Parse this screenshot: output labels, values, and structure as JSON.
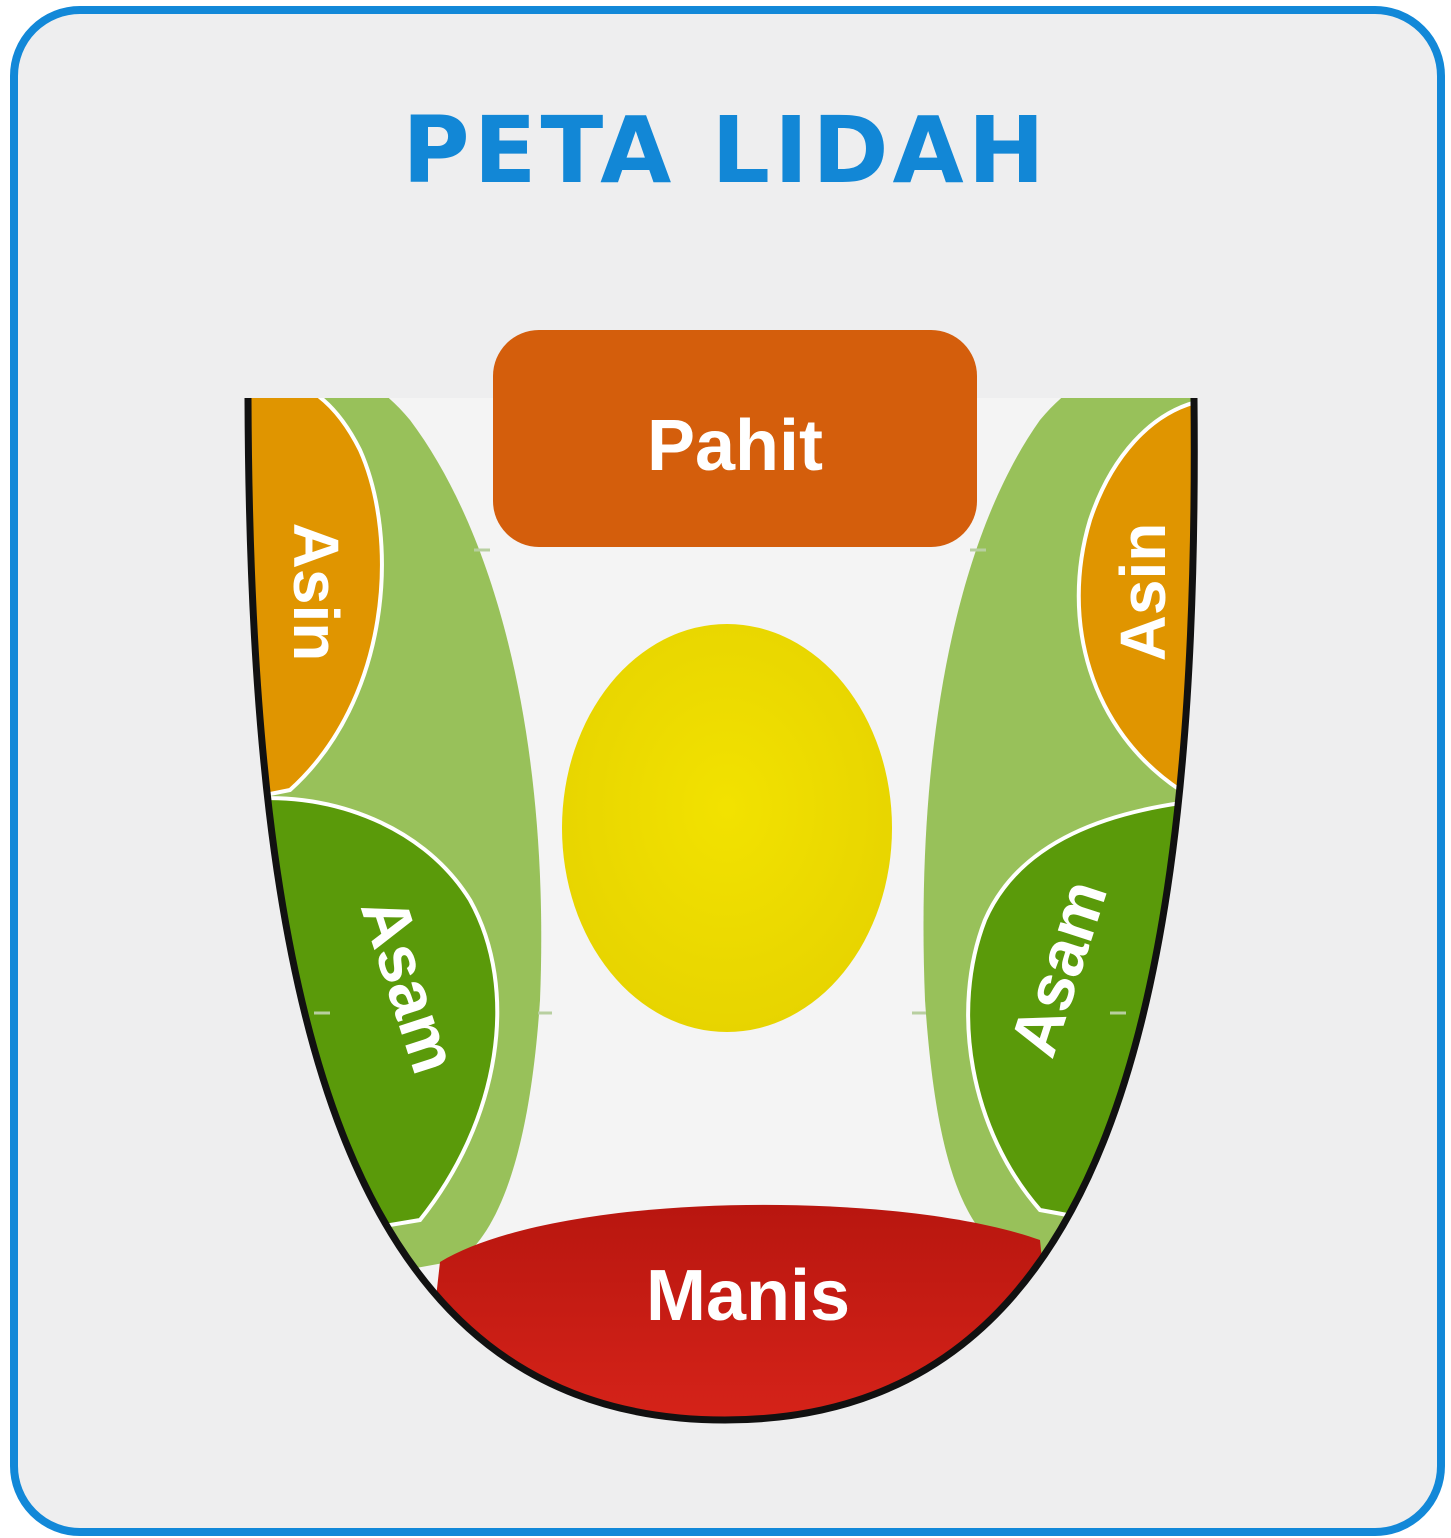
{
  "title": "PETA LIDAH",
  "zones": {
    "bitter": {
      "label": "Pahit",
      "color": "#d45e0c"
    },
    "salty_left": {
      "label": "Asin",
      "color": "#e09500"
    },
    "salty_right": {
      "label": "Asin",
      "color": "#e09500"
    },
    "sour_left": {
      "label": "Asam",
      "color": "#5a9a0a"
    },
    "sour_right": {
      "label": "Asam",
      "color": "#5a9a0a"
    },
    "sweet": {
      "label": "Manis",
      "color": "#cc1a14"
    },
    "center": {
      "color": "#eedc00"
    }
  },
  "colors": {
    "frame": "#1288d8",
    "edge_band": "#98c15a",
    "outline": "#111111"
  }
}
